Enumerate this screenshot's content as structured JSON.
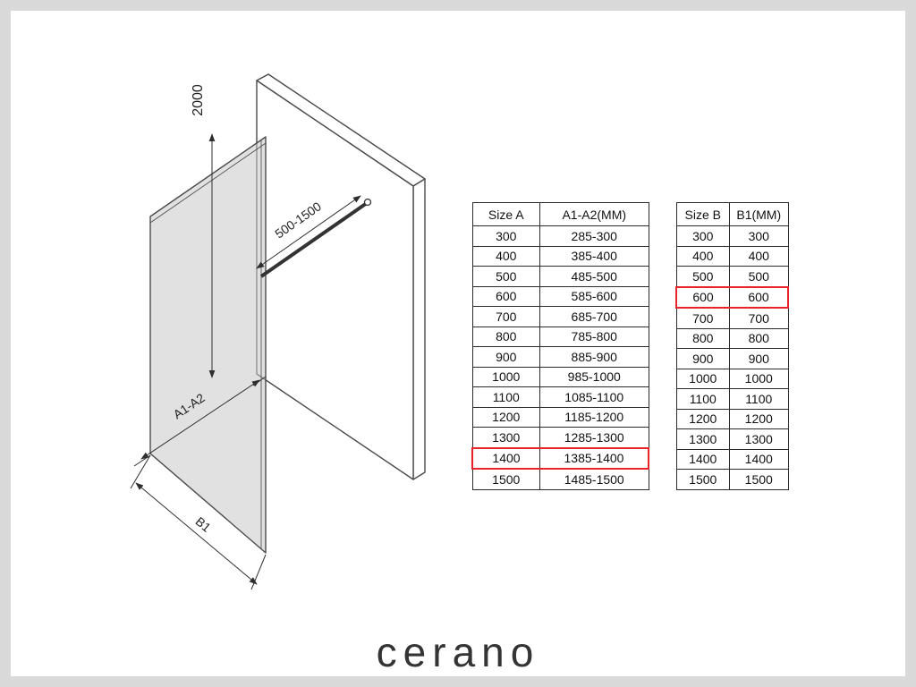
{
  "page": {
    "logo": "cerano"
  },
  "diagram": {
    "labels": {
      "height": "2000",
      "bar_range": "500-1500",
      "width_a": "A1-A2",
      "width_b": "B1"
    }
  },
  "tables": [
    {
      "id": "size-a",
      "headers": [
        "Size  A",
        "A1-A2(MM)"
      ],
      "rows": [
        [
          "300",
          "285-300"
        ],
        [
          "400",
          "385-400"
        ],
        [
          "500",
          "485-500"
        ],
        [
          "600",
          "585-600"
        ],
        [
          "700",
          "685-700"
        ],
        [
          "800",
          "785-800"
        ],
        [
          "900",
          "885-900"
        ],
        [
          "1000",
          "985-1000"
        ],
        [
          "1100",
          "1085-1100"
        ],
        [
          "1200",
          "1185-1200"
        ],
        [
          "1300",
          "1285-1300"
        ],
        [
          "1400",
          "1385-1400"
        ],
        [
          "1500",
          "1485-1500"
        ]
      ],
      "highlighted_row": 11,
      "highlight_color": "#e8232a"
    },
    {
      "id": "size-b",
      "headers": [
        "Size  B",
        "B1(MM)"
      ],
      "rows": [
        [
          "300",
          "300"
        ],
        [
          "400",
          "400"
        ],
        [
          "500",
          "500"
        ],
        [
          "600",
          "600"
        ],
        [
          "700",
          "700"
        ],
        [
          "800",
          "800"
        ],
        [
          "900",
          "900"
        ],
        [
          "1000",
          "1000"
        ],
        [
          "1100",
          "1100"
        ],
        [
          "1200",
          "1200"
        ],
        [
          "1300",
          "1300"
        ],
        [
          "1400",
          "1400"
        ],
        [
          "1500",
          "1500"
        ]
      ],
      "highlighted_row": 3,
      "highlight_color": "#e8232a"
    }
  ]
}
